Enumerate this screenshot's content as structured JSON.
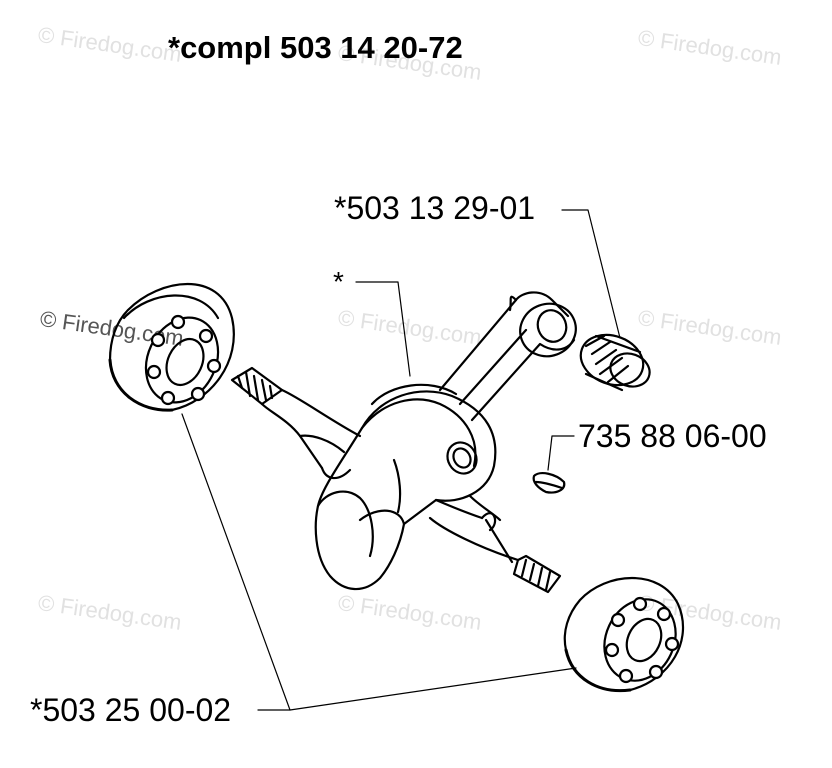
{
  "watermark": {
    "text": "© Firedog.com"
  },
  "title": "*compl 503 14 20-72",
  "callouts": {
    "needle_bearing": "*503 13 29-01",
    "crankshaft": "*",
    "woodruff_key": "735 88 06-00",
    "ball_bearings": "*503 25 00-02"
  },
  "colors": {
    "line": "#000000",
    "watermark": "#e1e1e1",
    "background": "#ffffff"
  }
}
